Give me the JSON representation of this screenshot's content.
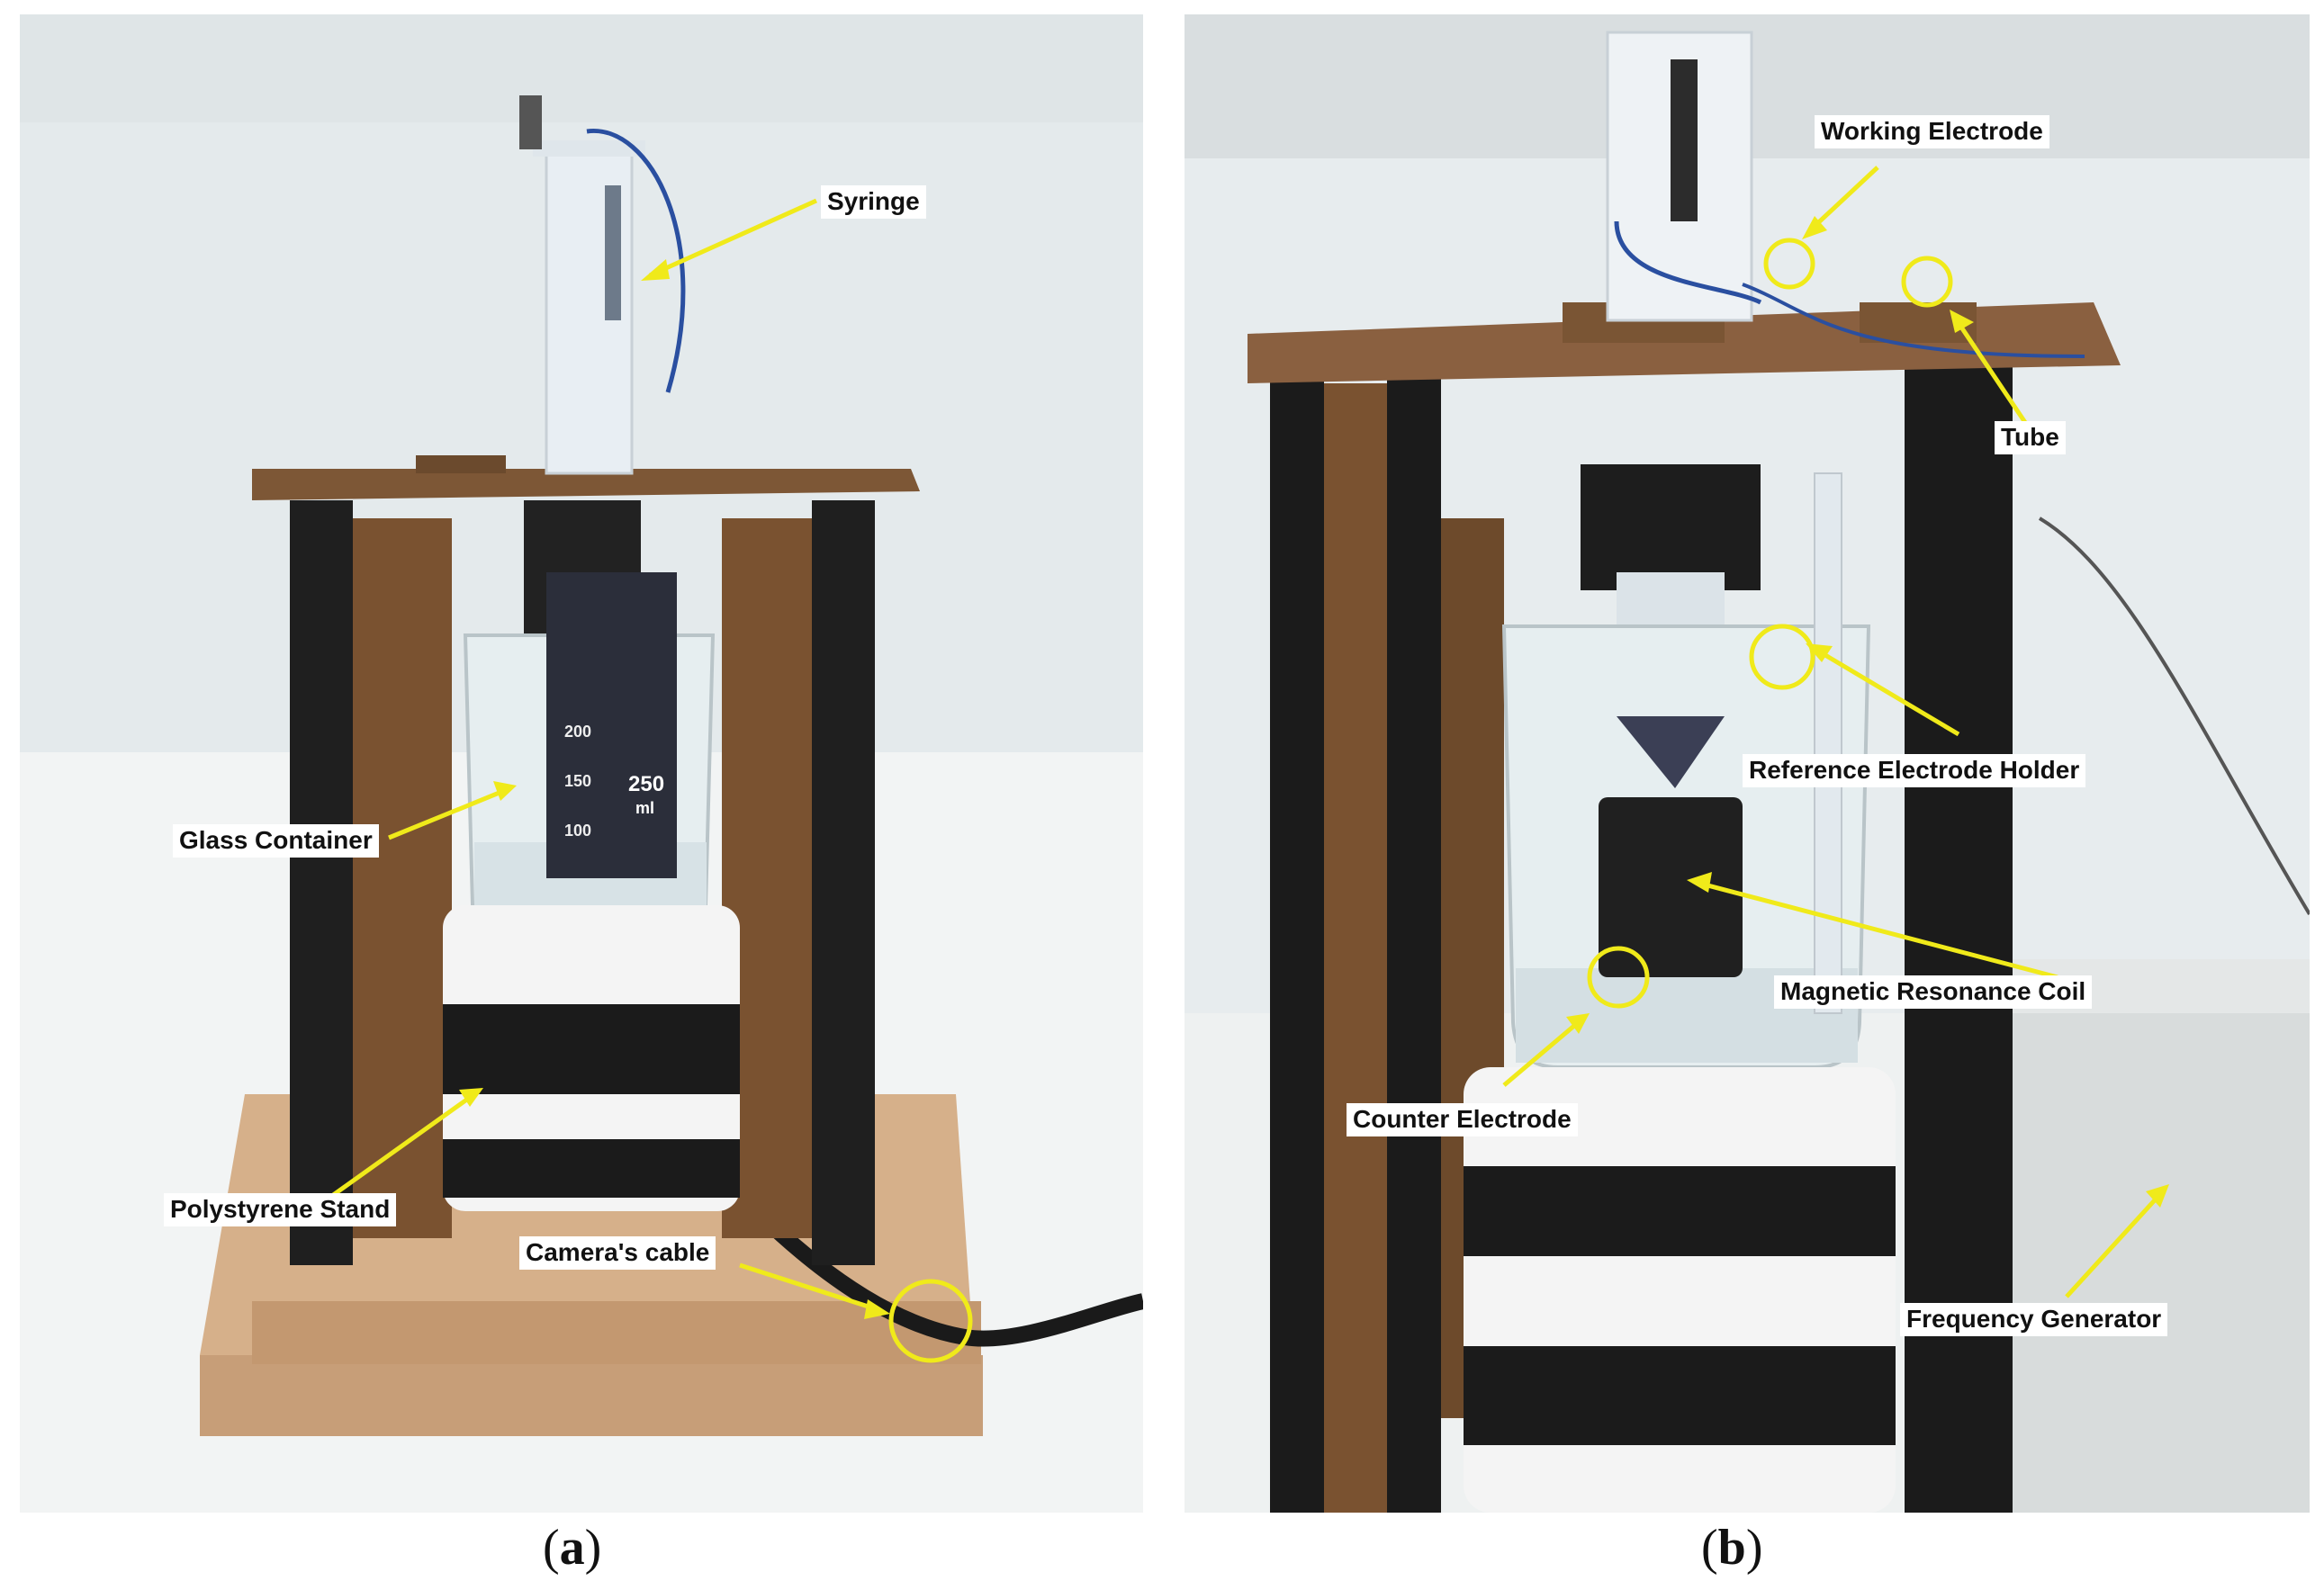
{
  "panel_a": {
    "caption_letter": "a",
    "labels": {
      "syringe": "Syringe",
      "glass_container": "Glass Container",
      "polystyrene_stand": "Polystyrene Stand",
      "camera_cable": "Camera's cable"
    },
    "beaker_marks": [
      "200",
      "150",
      "100"
    ],
    "beaker_volume": "250",
    "beaker_unit": "ml"
  },
  "panel_b": {
    "caption_letter": "b",
    "labels": {
      "working_electrode": "Working Electrode",
      "tube": "Tube",
      "reference_electrode_holder": "Reference Electrode  Holder",
      "magnetic_resonance_coil": "Magnetic Resonance  Coil",
      "counter_electrode": "Counter Electrode",
      "frequency_generator": "Frequency Generator"
    }
  },
  "colors": {
    "annotation": "#f0ea1a",
    "wood": "#7a5230",
    "board": "#c9a17a",
    "tape": "#1b1b1b",
    "foam": "#f4f4f4"
  }
}
